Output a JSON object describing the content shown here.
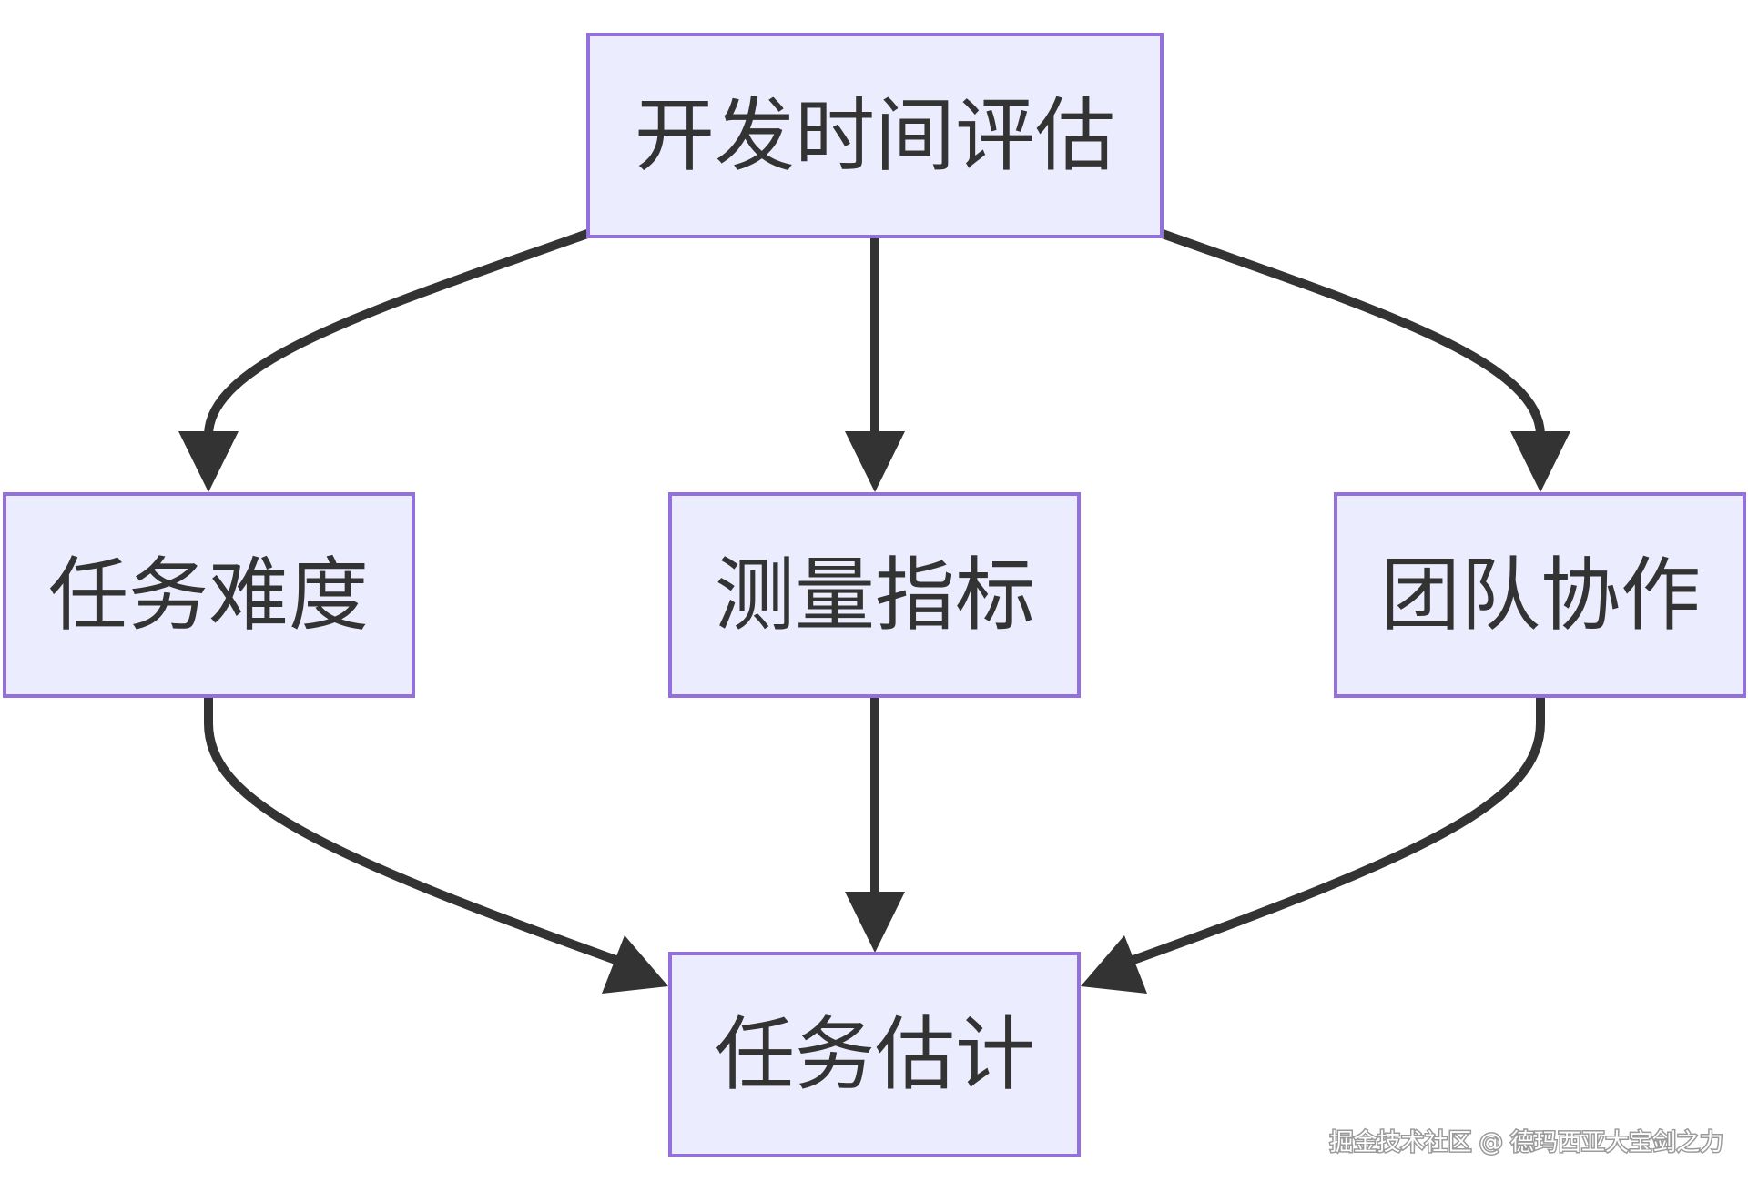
{
  "diagram": {
    "nodes": {
      "top": "开发时间评估",
      "left": "任务难度",
      "middle": "测量指标",
      "right": "团队协作",
      "bottom": "任务估计"
    },
    "colors": {
      "node_fill": "#ececff",
      "node_border": "#9370db",
      "edge": "#333333",
      "text": "#333333"
    }
  },
  "watermark": "掘金技术社区 @ 德玛西亚大宝剑之力"
}
